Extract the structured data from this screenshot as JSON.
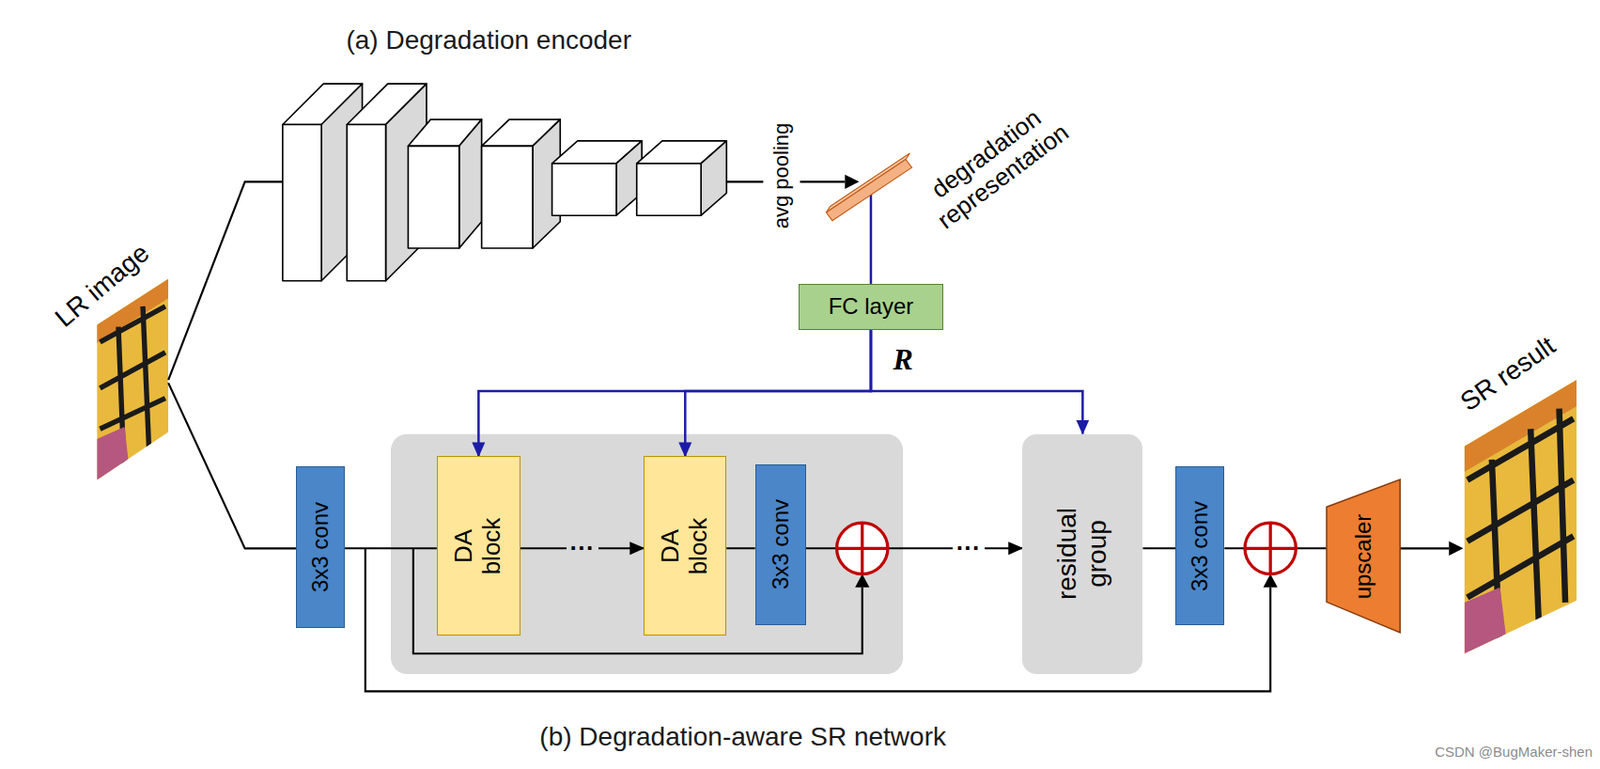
{
  "diagram": {
    "title": "(a) Degradation encoder",
    "caption": "(b) Degradation-aware SR network",
    "nodes": [
      {
        "text": [
          "degradation representation"
        ]
      },
      {
        "text": [
          "FC layer"
        ]
      },
      {
        "text": [
          "3x3 conv"
        ]
      },
      {
        "text": [
          "DA block"
        ]
      },
      {
        "text": [
          "DA block"
        ]
      },
      {
        "text": [
          "3x3 conv"
        ]
      },
      {
        "text": [
          "residual group"
        ]
      },
      {
        "text": [
          "3x3 conv"
        ]
      },
      {
        "text": [
          "upscaler"
        ]
      }
    ],
    "edges": [
      {
        "from": 0,
        "to": 1,
        "arrow": "none"
      },
      {
        "from": 1,
        "to": 3,
        "arrow": "to"
      },
      {
        "from": 1,
        "to": 4,
        "arrow": "to"
      },
      {
        "from": 1,
        "to": 6,
        "arrow": "to"
      },
      {
        "from": 2,
        "to": 3,
        "arrow": "none"
      },
      {
        "from": 3,
        "to": 4,
        "arrow": "to",
        "label": "···"
      },
      {
        "from": 4,
        "to": 5,
        "arrow": "none"
      },
      {
        "from": 5,
        "to": 6,
        "arrow": "to",
        "label": "···"
      },
      {
        "from": 6,
        "to": 7,
        "arrow": "none"
      },
      {
        "from": 7,
        "to": 8,
        "arrow": "none"
      }
    ],
    "labels": [
      "LR image",
      "avg pooling",
      "R",
      "SR result",
      "CSDN @BugMaker-shen"
    ]
  }
}
